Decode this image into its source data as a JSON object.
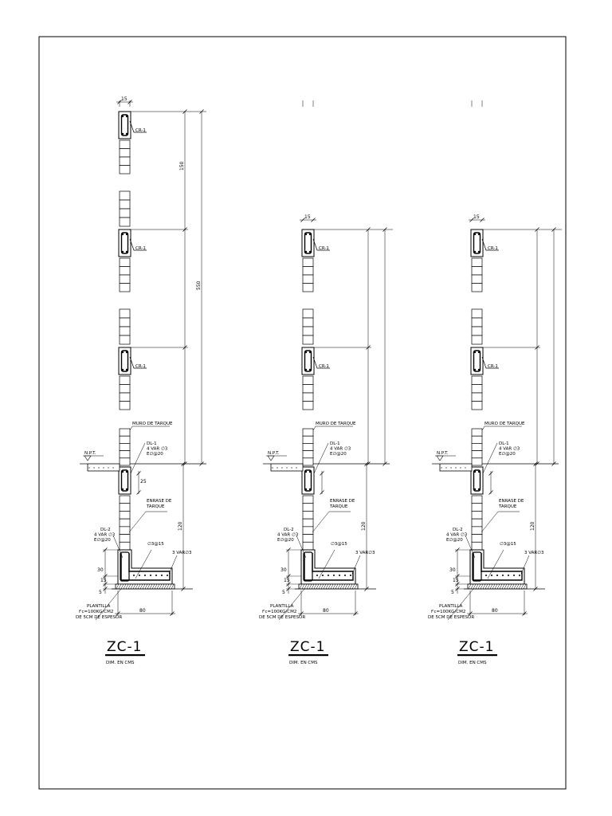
{
  "sections": [
    {
      "title": "ZC-1",
      "subtitle": "DIM. EN CMS",
      "labels": {
        "cr1": "CR-1",
        "muro": "MURO DE TARQUE",
        "npt": "N.P.T.",
        "dl1": [
          "DL-1",
          "4 VAR ∅3",
          "E∅@20"
        ],
        "enrase": [
          "ENRASE DE",
          "TARQUE"
        ],
        "dl2": [
          "DL-2",
          "4 VAR ∅3",
          "E∅@20"
        ],
        "rebar": "∅3@15",
        "var": "3 VAR∅3",
        "plantilla": [
          "PLANTILLA",
          "f'c=100KG/CM2",
          "DE 5CM DE ESPESOR"
        ]
      },
      "dims": {
        "w15": "15",
        "d150": "150",
        "d550": "550",
        "d25": "25",
        "d120": "120",
        "d30": "30",
        "d15b": "15",
        "d5": "5",
        "d80": "80"
      }
    },
    {
      "title": "ZC-1",
      "subtitle": "DIM. EN CMS",
      "labels": {
        "cr1": "CR-1",
        "muro": "MURO DE TARQUE",
        "npt": "N.P.T.",
        "dl1": [
          "DL-1",
          "4 VAR ∅3",
          "E∅@20"
        ],
        "enrase": [
          "ENRASE DE",
          "TARQUE"
        ],
        "dl2": [
          "DL-2",
          "4 VAR ∅3",
          "E∅@20"
        ],
        "rebar": "∅3@15",
        "var": "3 VAR∅3",
        "plantilla": [
          "PLANTILLA",
          "f'c=100KG/CM2",
          "DE 5CM DE ESPESOR"
        ]
      },
      "dims": {
        "w15": "15",
        "d120": "120",
        "d30": "30",
        "d15b": "15",
        "d5": "5",
        "d80": "80"
      }
    },
    {
      "title": "ZC-1",
      "subtitle": "DIM. EN CMS",
      "labels": {
        "cr1": "CR-1",
        "muro": "MURO DE TARQUE",
        "npt": "N.P.T.",
        "dl1": [
          "DL-1",
          "4 VAR ∅3",
          "E∅@20"
        ],
        "enrase": [
          "ENRASE DE",
          "TARQUE"
        ],
        "dl2": [
          "DL-2",
          "4 VAR ∅3",
          "E∅@20"
        ],
        "rebar": "∅3@15",
        "var": "3 VAR∅3",
        "plantilla": [
          "PLANTILLA",
          "f'c=100KG/CM2",
          "DE 5CM DE ESPESOR"
        ]
      },
      "dims": {
        "w15": "15",
        "d120": "120",
        "d30": "30",
        "d15b": "15",
        "d5": "5",
        "d80": "80"
      }
    }
  ]
}
